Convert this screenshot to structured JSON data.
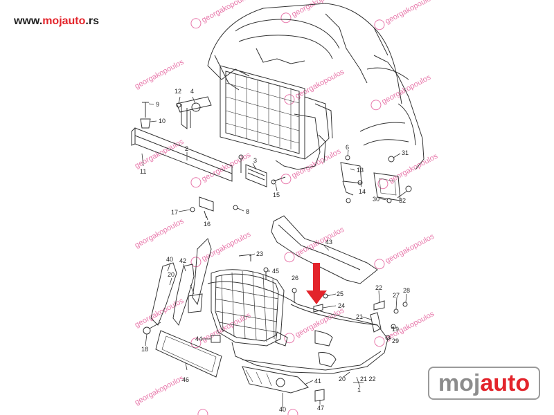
{
  "header": {
    "url_prefix": "www.",
    "url_brand": "mojauto",
    "url_suffix": ".rs"
  },
  "logo": {
    "part_a": "moj",
    "part_b": "auto"
  },
  "watermark": {
    "text": "georgakopoulos",
    "color": "#e04a8e"
  },
  "colors": {
    "line": "#333333",
    "arrow": "#e3242b",
    "brand": "#e3242b"
  },
  "callouts": [
    {
      "id": "c1",
      "label": "12"
    },
    {
      "id": "c2",
      "label": "4"
    },
    {
      "id": "c3",
      "label": "9"
    },
    {
      "id": "c4",
      "label": "10"
    },
    {
      "id": "c5",
      "label": "2"
    },
    {
      "id": "c6",
      "label": "11"
    },
    {
      "id": "c7",
      "label": "3"
    },
    {
      "id": "c8",
      "label": "15"
    },
    {
      "id": "c9",
      "label": "17"
    },
    {
      "id": "c10",
      "label": "8"
    },
    {
      "id": "c11",
      "label": "16"
    },
    {
      "id": "c12",
      "label": "6"
    },
    {
      "id": "c13",
      "label": "31"
    },
    {
      "id": "c14",
      "label": "13"
    },
    {
      "id": "c15",
      "label": "14"
    },
    {
      "id": "c16",
      "label": "30"
    },
    {
      "id": "c17",
      "label": "32"
    },
    {
      "id": "c18",
      "label": "43"
    },
    {
      "id": "c19",
      "label": "23"
    },
    {
      "id": "c20",
      "label": "45"
    },
    {
      "id": "c21",
      "label": "40"
    },
    {
      "id": "c22",
      "label": "42"
    },
    {
      "id": "c23",
      "label": "20"
    },
    {
      "id": "c24",
      "label": "26"
    },
    {
      "id": "c25",
      "label": "25"
    },
    {
      "id": "c26",
      "label": "24"
    },
    {
      "id": "c27",
      "label": "22"
    },
    {
      "id": "c28",
      "label": "28"
    },
    {
      "id": "c29",
      "label": "27"
    },
    {
      "id": "c30",
      "label": "21"
    },
    {
      "id": "c31",
      "label": "19"
    },
    {
      "id": "c32",
      "label": "29"
    },
    {
      "id": "c33",
      "label": "18"
    },
    {
      "id": "c34",
      "label": "44"
    },
    {
      "id": "c35",
      "label": "46"
    },
    {
      "id": "c36",
      "label": "41"
    },
    {
      "id": "c37",
      "label": "20"
    },
    {
      "id": "c38",
      "label": "21 22"
    },
    {
      "id": "c39",
      "label": "1"
    },
    {
      "id": "c40",
      "label": "47"
    },
    {
      "id": "c41",
      "label": "40"
    }
  ]
}
